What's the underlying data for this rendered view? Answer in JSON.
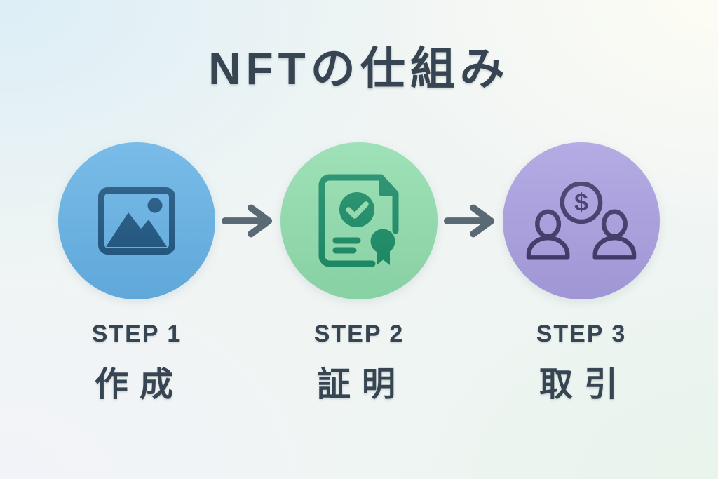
{
  "title": "NFTの仕組み",
  "colors": {
    "text": "#374553",
    "bg_top_left": "#dceef6",
    "bg_top_right": "#fdfcf4",
    "bg_bottom_right": "#e8f4ec",
    "bg_bottom_left": "#f2f3f8"
  },
  "arrow": {
    "color": "#5a6a75",
    "direction": "right"
  },
  "steps": [
    {
      "label": "STEP 1",
      "title": "作成",
      "icon": "image-icon",
      "circle_color": "#64b1e5",
      "icon_color": "#1b537f"
    },
    {
      "label": "STEP 2",
      "title": "証明",
      "icon": "certificate-icon",
      "circle_color": "#8fdcac",
      "icon_color": "#178a64"
    },
    {
      "label": "STEP 3",
      "title": "取引",
      "icon": "people-dollar-icon",
      "circle_color": "#a89ee0",
      "icon_color": "#3c3566"
    }
  ]
}
